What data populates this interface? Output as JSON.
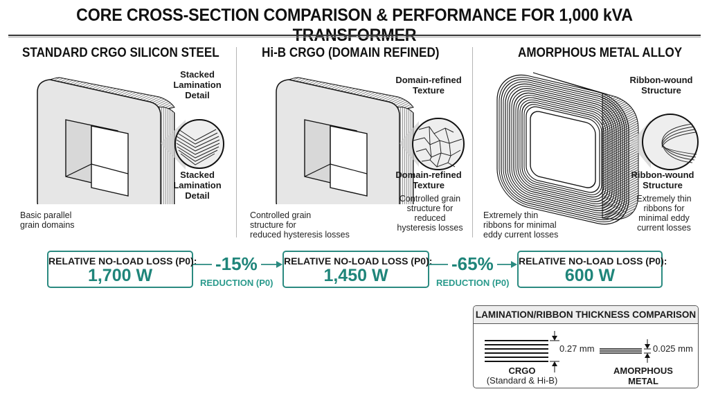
{
  "title": "CORE CROSS-SECTION COMPARISON & PERFORMANCE FOR 1,000 kVA TRANSFORMER",
  "colors": {
    "accent_teal": "#1f857a",
    "box_border": "#2a8a80",
    "text_dark": "#1a1a1a",
    "core_fill": "#e6e6e6",
    "separator": "#b5b5b5"
  },
  "panels": [
    {
      "heading": "STANDARD CRGO SILICON STEEL",
      "zoom_label_top": [
        "Stacked",
        "Lamination",
        "Detail"
      ],
      "zoom_label_bottom": [
        "Stacked",
        "Lamination",
        "Detail"
      ],
      "description_left": [
        "Basic parallel",
        "grain domains"
      ],
      "icon": "stacked-lamination-core-icon"
    },
    {
      "heading": "Hi-B CRGO (DOMAIN REFINED)",
      "zoom_label_top": [
        "Domain-refined",
        "Texture"
      ],
      "zoom_label_bottom": [
        "Domain-refined",
        "Texture"
      ],
      "description_right": [
        "Controlled grain",
        "structure for",
        "reduced",
        "hysteresis losses"
      ],
      "description_left": [
        "Controlled grain",
        "structure for",
        "reduced hysteresis losses"
      ],
      "icon": "domain-refined-core-icon"
    },
    {
      "heading": "AMORPHOUS METAL ALLOY",
      "zoom_label_top": [
        "Ribbon-wound",
        "Structure"
      ],
      "zoom_label_bottom": [
        "Ribbon-wound",
        "Structure"
      ],
      "description_right": [
        "Extremely thin",
        "ribbons for",
        "minimal eddy",
        "current losses"
      ],
      "description_left": [
        "Extremely thin",
        "ribbons for minimal",
        "eddy current losses"
      ],
      "icon": "ribbon-wound-core-icon"
    }
  ],
  "loss_boxes": [
    {
      "label": "RELATIVE NO-LOAD LOSS (P0):",
      "value": "1,700 W"
    },
    {
      "label": "RELATIVE NO-LOAD LOSS (P0):",
      "value": "1,450 W"
    },
    {
      "label": "RELATIVE NO-LOAD LOSS (P0):",
      "value": "600 W"
    }
  ],
  "reductions": [
    {
      "percent": "-15%",
      "label": "REDUCTION (P0)"
    },
    {
      "percent": "-65%",
      "label": "REDUCTION (P0)"
    }
  ],
  "thickness_comparison": {
    "heading": "LAMINATION/RIBBON THICKNESS COMPARISON",
    "crgo": {
      "value": "0.27 mm",
      "name": "CRGO",
      "subname": "(Standard & Hi-B)"
    },
    "amorphous": {
      "value": "0.025 mm",
      "name": "AMORPHOUS METAL"
    }
  }
}
